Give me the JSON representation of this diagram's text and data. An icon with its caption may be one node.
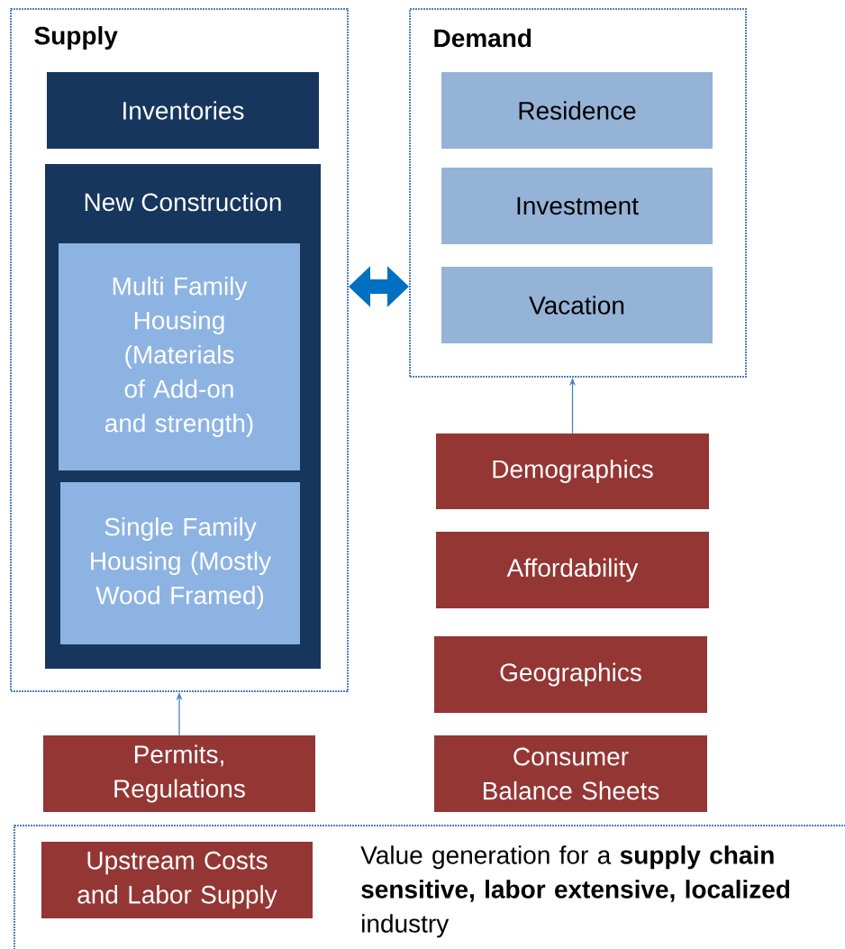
{
  "diagram": {
    "nodes": [
      {
        "text": [
          "Supply"
        ]
      },
      {
        "text": [
          "Inventories"
        ],
        "in": 0
      },
      {
        "text": [
          "New Construction"
        ],
        "in": 0
      },
      {
        "text": [
          "Multi Family Housing (Materials of Add-on and strength)"
        ],
        "in": 2
      },
      {
        "text": [
          "Single Family Housing (Mostly Wood Framed)"
        ],
        "in": 2
      },
      {
        "text": [
          "Demand"
        ]
      },
      {
        "text": [
          "Residence"
        ],
        "in": 5
      },
      {
        "text": [
          "Investment"
        ],
        "in": 5
      },
      {
        "text": [
          "Vacation"
        ],
        "in": 5
      },
      {
        "text": [
          "Demographics"
        ]
      },
      {
        "text": [
          "Affordability"
        ]
      },
      {
        "text": [
          "Geographics"
        ]
      },
      {
        "text": [
          "Consumer Balance Sheets"
        ]
      },
      {
        "text": [
          "Permits, Regulations"
        ]
      },
      {
        "text": [
          "Value generation for a **supply chain sensitive, labor extensive, localized** industry"
        ]
      },
      {
        "text": [
          "Upstream Costs and Labor Supply"
        ],
        "in": 14
      }
    ],
    "edges": [
      {
        "from": 0,
        "to": 5,
        "arrow": "both",
        "style": "thick",
        "color": "#0070c0"
      },
      {
        "from": 13,
        "to": 0,
        "arrow": "to"
      },
      {
        "from": 9,
        "to": 5,
        "arrow": "to"
      }
    ]
  }
}
